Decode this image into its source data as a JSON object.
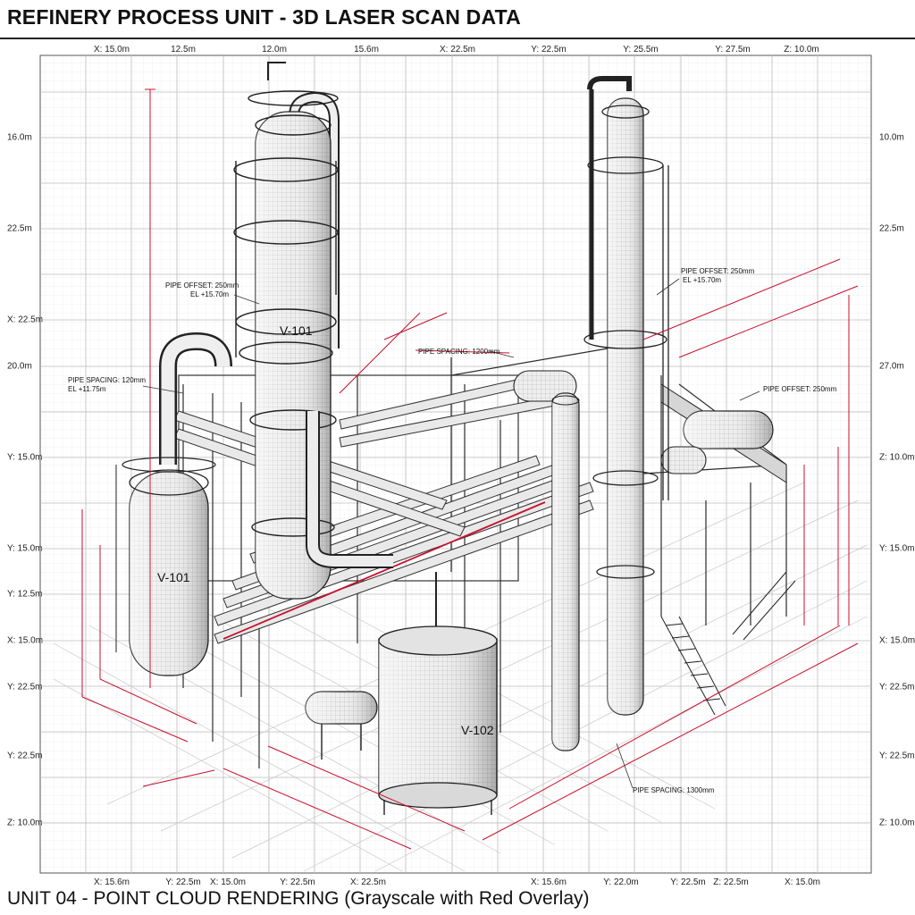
{
  "header": {
    "title": "REFINERY PROCESS UNIT - 3D LASER SCAN DATA"
  },
  "footer": {
    "caption": "UNIT 04 - POINT CLOUD RENDERING (Grayscale with Red Overlay)"
  },
  "axes": {
    "top_ticks": [
      "X: 15.0m",
      "12.5m",
      "12.0m",
      "15.6m",
      "X: 22.5m",
      "Y: 22.5m",
      "Y: 25.5m",
      "Y: 27.5m",
      "Z: 10.0m"
    ],
    "bottom_ticks": [
      "X: 15.6m",
      "Y: 22.5m",
      "X: 15.0m",
      "Y: 22.5m",
      "X: 22.5m",
      "X: 15.6m",
      "Y: 22.0m",
      "Y: 22.5m",
      "Z: 22.5m",
      "X: 15.0m"
    ],
    "left_ticks": [
      "16.0m",
      "22.5m",
      "X: 22.5m",
      "20.0m",
      "Y: 15.0m",
      "Y: 15.0m",
      "Y: 12.5m",
      "X: 15.0m",
      "Y: 22.5m",
      "Y: 22.5m",
      "Z: 10.0m"
    ],
    "right_ticks": [
      "10.0m",
      "22.5m",
      "27.0m",
      "Z: 10.0m",
      "Y: 15.0m",
      "X: 15.0m",
      "Y: 22.5m",
      "Y: 22.5m",
      "Z: 10.0m"
    ]
  },
  "equipment": {
    "column_main": "V-101",
    "drum_left": "V-101",
    "tank_front": "V-102"
  },
  "annotations": {
    "pipe_offset_left": "PIPE OFFSET: 250mm",
    "elevation_left": "EL +15.70m",
    "pipe_spacing_left": "PIPE SPACING: 120mm",
    "elevation_left_2": "EL +11.75m",
    "pipe_spacing_mid": "PIPE SPACING: 1200mm",
    "pipe_offset_right": "PIPE OFFSET: 250mm",
    "elevation_right": "EL +15.70m",
    "pipe_offset_far_right": "PIPE OFFSET: 250mm",
    "pipe_spacing_bottom": "PIPE SPACING: 1300mm"
  },
  "colors": {
    "overlay_red": "#c8102e",
    "line_gray": "#333333",
    "grid_gray": "#bdbdbd"
  },
  "icons": [
    "distillation-column",
    "vertical-drum",
    "storage-tank",
    "horizontal-exchanger",
    "pipe-rack",
    "stair"
  ]
}
